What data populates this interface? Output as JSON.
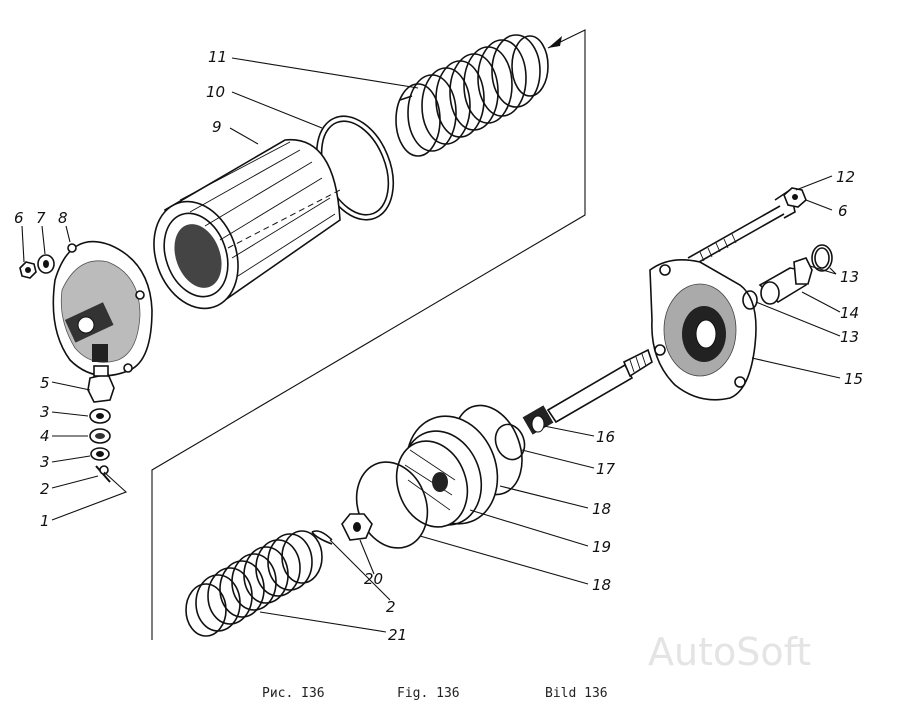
{
  "figure": {
    "captions": {
      "ru": "Рис. I36",
      "fr": "Fig. 136",
      "de": "Bild 136"
    },
    "watermark": "AutoSoft",
    "callouts": [
      {
        "id": "c1",
        "text": "1"
      },
      {
        "id": "c2a",
        "text": "2"
      },
      {
        "id": "c2b",
        "text": "2"
      },
      {
        "id": "c3a",
        "text": "3"
      },
      {
        "id": "c3b",
        "text": "3"
      },
      {
        "id": "c4",
        "text": "4"
      },
      {
        "id": "c5",
        "text": "5"
      },
      {
        "id": "c6a",
        "text": "6"
      },
      {
        "id": "c6b",
        "text": "6"
      },
      {
        "id": "c7",
        "text": "7"
      },
      {
        "id": "c8",
        "text": "8"
      },
      {
        "id": "c9",
        "text": "9"
      },
      {
        "id": "c10",
        "text": "10"
      },
      {
        "id": "c11",
        "text": "11"
      },
      {
        "id": "c12",
        "text": "12"
      },
      {
        "id": "c13a",
        "text": "13"
      },
      {
        "id": "c13b",
        "text": "13"
      },
      {
        "id": "c14",
        "text": "14"
      },
      {
        "id": "c15",
        "text": "15"
      },
      {
        "id": "c16",
        "text": "16"
      },
      {
        "id": "c17",
        "text": "17"
      },
      {
        "id": "c18a",
        "text": "18"
      },
      {
        "id": "c18b",
        "text": "18"
      },
      {
        "id": "c19",
        "text": "19"
      },
      {
        "id": "c20",
        "text": "20"
      },
      {
        "id": "c21",
        "text": "21"
      }
    ]
  }
}
